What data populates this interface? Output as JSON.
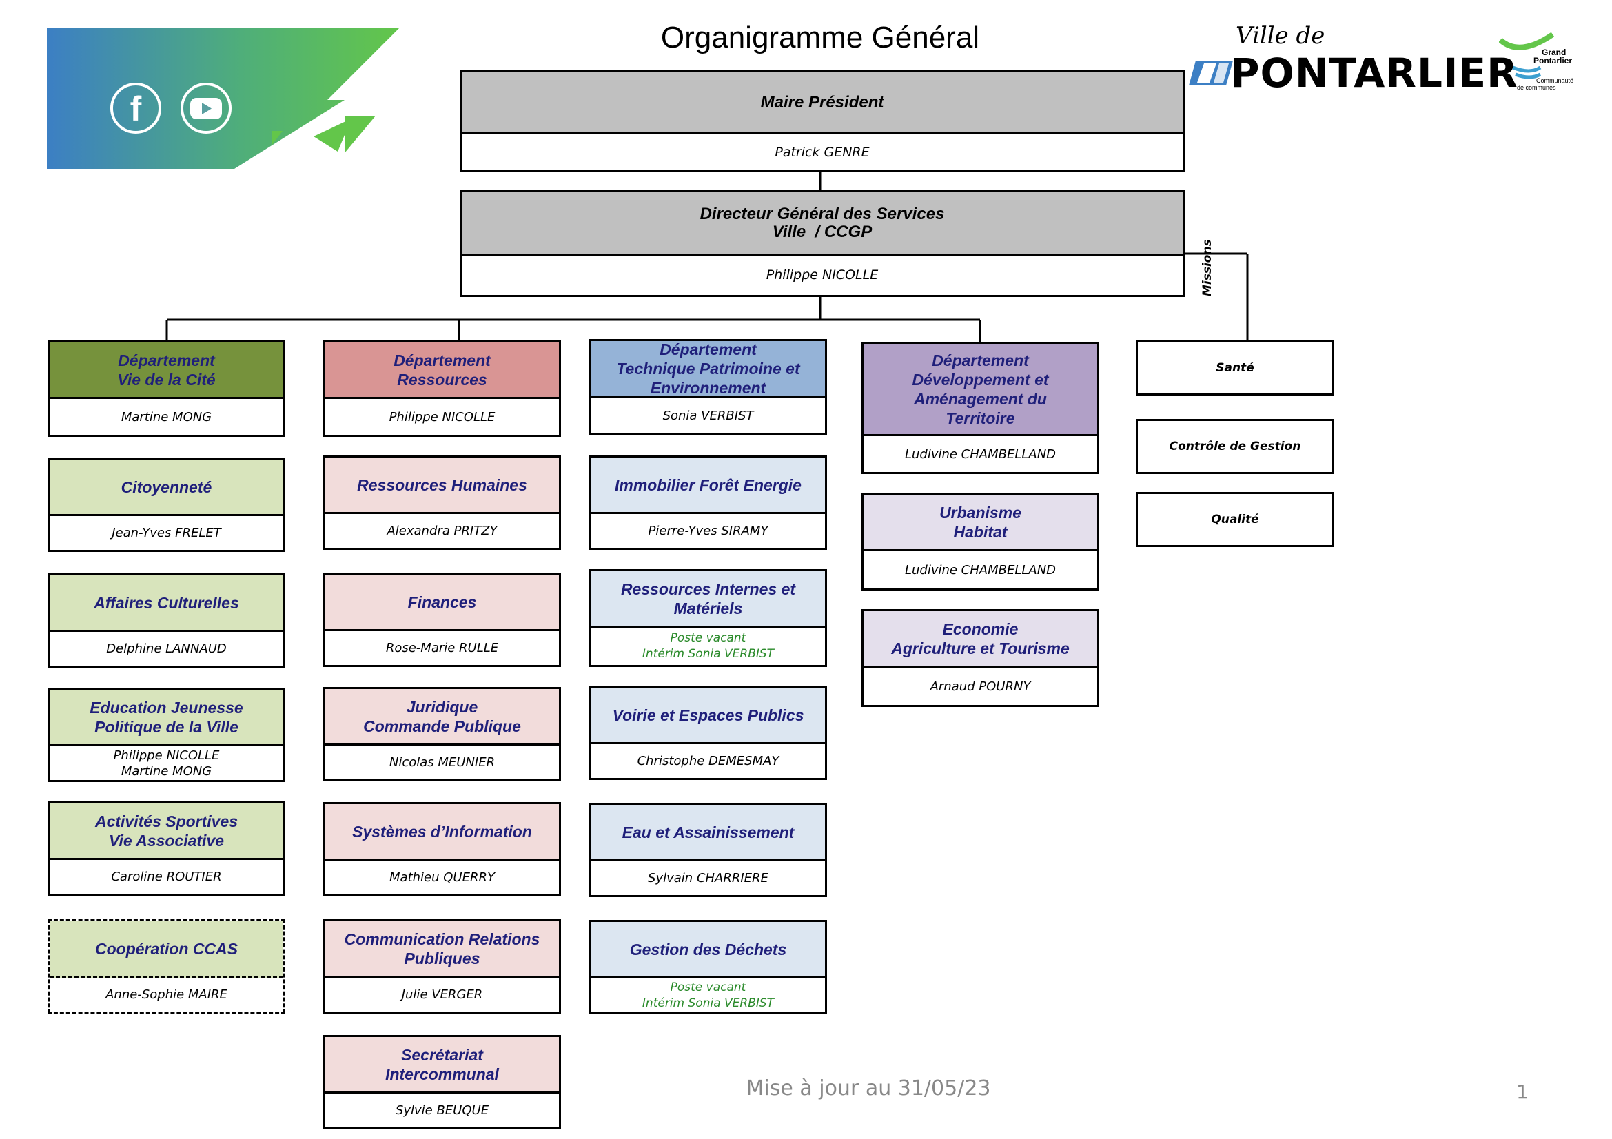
{
  "title": "Organigramme Général",
  "logo": {
    "ville_label": "Ville de",
    "main_label": "PONTARLIER",
    "gp_line1": "Grand",
    "gp_line2": "Pontarlier",
    "gp_line3": "Communauté",
    "gp_line4": "de communes"
  },
  "social": [
    {
      "name": "facebook",
      "icon": "facebook-icon"
    },
    {
      "name": "youtube",
      "icon": "youtube-icon"
    }
  ],
  "colors": {
    "grey": "#c0c0c0",
    "green_dark": "#76923c",
    "green_light": "#d8e4bc",
    "red_dark": "#d99594",
    "red_light": "#f2dcdb",
    "blue_dark": "#95b3d7",
    "blue_light": "#dce6f1",
    "purple_dark": "#b1a0c7",
    "purple_light": "#e4dfec",
    "vacant": "#2a8a2a"
  },
  "top": {
    "maire": {
      "title": "Maire Président",
      "name": "Patrick GENRE"
    },
    "dgs": {
      "title_line1": "Directeur Général des Services",
      "title_line2": "Ville  / CCGP",
      "name": "Philippe NICOLLE"
    }
  },
  "missions": {
    "label": "Missions",
    "items": [
      "Santé",
      "Contrôle de Gestion",
      "Qualité"
    ]
  },
  "columns": [
    {
      "head": {
        "title": "Département\nVie de la Cité",
        "name": "Martine MONG"
      },
      "items": [
        {
          "title": "Citoyenneté",
          "name": "Jean-Yves FRELET"
        },
        {
          "title": "Affaires Culturelles",
          "name": "Delphine LANNAUD"
        },
        {
          "title": "Education Jeunesse\nPolitique de la Ville",
          "name": "Philippe NICOLLE\nMartine MONG"
        },
        {
          "title": "Activités Sportives\nVie Associative",
          "name": "Caroline ROUTIER"
        },
        {
          "title": "Coopération CCAS",
          "name": "Anne-Sophie MAIRE"
        }
      ]
    },
    {
      "head": {
        "title": "Département\nRessources",
        "name": "Philippe NICOLLE"
      },
      "items": [
        {
          "title": "Ressources Humaines",
          "name": "Alexandra PRITZY"
        },
        {
          "title": "Finances",
          "name": "Rose-Marie RULLE"
        },
        {
          "title": "Juridique\nCommande Publique",
          "name": "Nicolas MEUNIER"
        },
        {
          "title": "Systèmes d’Information",
          "name": "Mathieu QUERRY"
        },
        {
          "title": "Communication Relations\nPubliques",
          "name": "Julie VERGER"
        },
        {
          "title": "Secrétariat\nIntercommunal",
          "name": "Sylvie BEUQUE"
        }
      ]
    },
    {
      "head": {
        "title": "Département\nTechnique Patrimoine et\nEnvironnement",
        "name": "Sonia VERBIST"
      },
      "items": [
        {
          "title": "Immobilier Forêt Energie",
          "name": "Pierre-Yves SIRAMY"
        },
        {
          "title": "Ressources Internes et\nMatériels",
          "vacant1": "Poste vacant",
          "vacant2": "Intérim Sonia VERBIST"
        },
        {
          "title": "Voirie et Espaces Publics",
          "name": "Christophe DEMESMAY"
        },
        {
          "title": "Eau et Assainissement",
          "name": "Sylvain CHARRIERE"
        },
        {
          "title": "Gestion des Déchets",
          "vacant1": "Poste vacant",
          "vacant2": "Intérim Sonia VERBIST"
        }
      ]
    },
    {
      "head": {
        "title": "Département\nDéveloppement et\nAménagement du\nTerritoire",
        "name": "Ludivine CHAMBELLAND"
      },
      "items": [
        {
          "title": "Urbanisme\nHabitat",
          "name": "Ludivine CHAMBELLAND"
        },
        {
          "title": "Economie\nAgriculture et Tourisme",
          "name": "Arnaud POURNY"
        }
      ]
    }
  ],
  "footer": "Mise à jour au 31/05/23",
  "page_number": "1"
}
